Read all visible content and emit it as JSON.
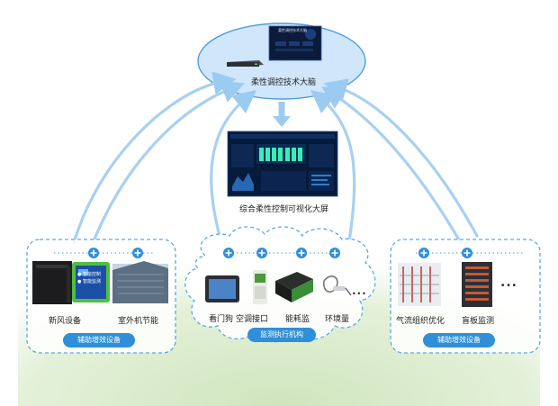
{
  "top": {
    "title": "柔性调控技术大脑",
    "screen_title": "柔性调控技术大脑"
  },
  "middle": {
    "title": "综合柔性控制可视化大屏"
  },
  "left_group": {
    "items": [
      "新风设备",
      "室外机节能"
    ],
    "tag": "辅助增效设备",
    "panel_lines": [
      "● 智能控制",
      "● 智能监测"
    ]
  },
  "center_group": {
    "items": [
      "看门狗",
      "空调接口",
      "能耗监",
      "环境量"
    ],
    "tag": "监测执行机构",
    "ellipsis": "..."
  },
  "right_group": {
    "items": [
      "气流组织优化",
      "盲板监测"
    ],
    "tag": "辅助增效设备",
    "ellipsis": "..."
  },
  "colors": {
    "accent": "#2f8fd8",
    "ellipse_fill": "#cfe6fb",
    "dashed_border": "#5aa9e6",
    "arrow": "#a9d2f3",
    "hill_green": "#d7ebc9"
  }
}
